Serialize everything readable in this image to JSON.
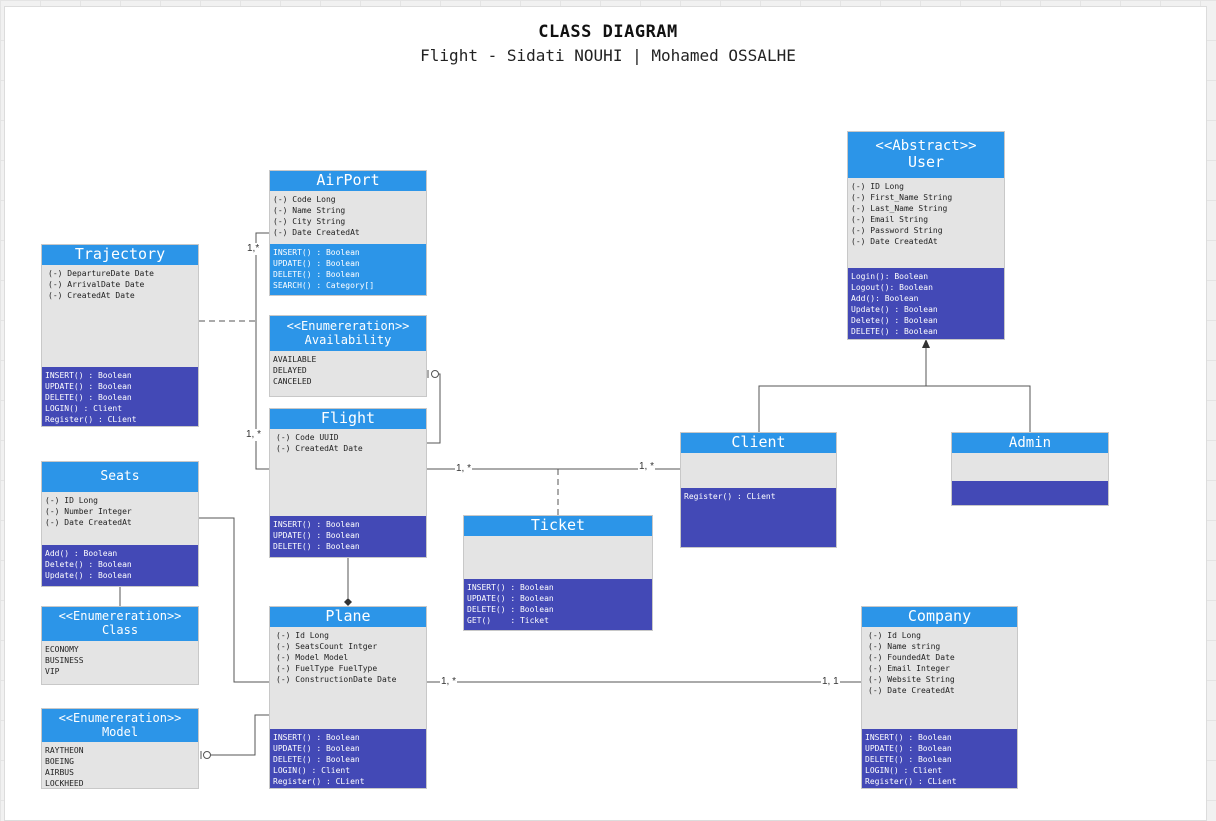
{
  "diagram": {
    "title": "CLASS DIAGRAM",
    "subtitle": "Flight - Sidati NOUHI | Mohamed OSSALHE"
  },
  "colors": {
    "header_blue": "#2c95e8",
    "method_dark": "#4349b6",
    "method_light": "#2c95e8",
    "attr_bg": "#e4e4e4"
  },
  "classes": {
    "airport": {
      "name": "AirPort",
      "attributes": [
        "(-) Code Long",
        "(-) Name String",
        "(-) City String",
        "(-) Date CreatedAt"
      ],
      "methods": [
        "INSERT() : Boolean",
        "UPDATE() : Boolean",
        "DELETE() : Boolean",
        "SEARCH() : Category[]"
      ]
    },
    "availability": {
      "stereotype": "<<Enumereration>>",
      "name": "Availability",
      "values": [
        "AVAILABLE",
        "DELAYED",
        "CANCELED"
      ]
    },
    "trajectory": {
      "name": "Trajectory",
      "attributes": [
        "(-) DepartureDate Date",
        "(-) ArrivalDate Date",
        "(-) CreatedAt Date"
      ],
      "methods": [
        "INSERT() : Boolean",
        "UPDATE() : Boolean",
        "DELETE() : Boolean",
        "LOGIN() : Client",
        "Register() : CLient"
      ]
    },
    "flight": {
      "name": "Flight",
      "attributes": [
        "(-) Code UUID",
        "(-) CreatedAt Date"
      ],
      "methods": [
        "INSERT() : Boolean",
        "UPDATE() : Boolean",
        "DELETE() : Boolean"
      ]
    },
    "seats": {
      "name": "Seats",
      "attributes": [
        "(-) ID Long",
        "(-) Number Integer",
        "(-) Date CreatedAt"
      ],
      "methods": [
        "Add() : Boolean",
        "Delete() : Boolean",
        "Update() : Boolean"
      ]
    },
    "class_enum": {
      "stereotype": "<<Enumereration>>",
      "name": "Class",
      "values": [
        "ECONOMY",
        "BUSINESS",
        "VIP"
      ]
    },
    "model_enum": {
      "stereotype": "<<Enumereration>>",
      "name": "Model",
      "values": [
        "RAYTHEON",
        "BOEING",
        "AIRBUS",
        "LOCKHEED"
      ]
    },
    "plane": {
      "name": "Plane",
      "attributes": [
        "(-) Id Long",
        "(-) SeatsCount Intger",
        "(-) Model Model",
        "(-) FuelType FuelType",
        "(-) ConstructionDate Date"
      ],
      "methods": [
        "INSERT() : Boolean",
        "UPDATE() : Boolean",
        "DELETE() : Boolean",
        "LOGIN() : Client",
        "Register() : CLient"
      ]
    },
    "ticket": {
      "name": "Ticket",
      "attributes": [],
      "methods": [
        "INSERT() : Boolean",
        "UPDATE() : Boolean",
        "DELETE() : Boolean",
        "GET()    : Ticket"
      ]
    },
    "client": {
      "name": "Client",
      "attributes": [],
      "methods": [
        "Register() : CLient"
      ]
    },
    "admin": {
      "name": "Admin",
      "attributes": [],
      "methods": []
    },
    "user": {
      "stereotype": "<<Abstract>>",
      "name": "User",
      "attributes": [
        "(-) ID Long",
        "(-) First_Name String",
        "(-) Last_Name String",
        "(-) Email String",
        "(-) Password String",
        "(-) Date CreatedAt"
      ],
      "methods": [
        "Login(): Boolean",
        "Logout(): Boolean",
        "Add(): Boolean",
        "Update() : Boolean",
        "Delete() : Boolean",
        "DELETE() : Boolean"
      ]
    },
    "company": {
      "name": "Company",
      "attributes": [
        "(-) Id Long",
        "(-) Name string",
        "(-) FoundedAt Date",
        "(-) Email Integer",
        "(-) Website String",
        "(-) Date CreatedAt"
      ],
      "methods": [
        "INSERT() : Boolean",
        "UPDATE() : Boolean",
        "DELETE() : Boolean",
        "LOGIN() : Client",
        "Register() : CLient"
      ]
    }
  },
  "multiplicities": {
    "airport_flight": "1,*",
    "trajectory_flight": "1, *",
    "flight_client_left": "1, *",
    "flight_client_right": "1, *",
    "plane_company_left": "1, *",
    "plane_company_right": "1, 1"
  }
}
